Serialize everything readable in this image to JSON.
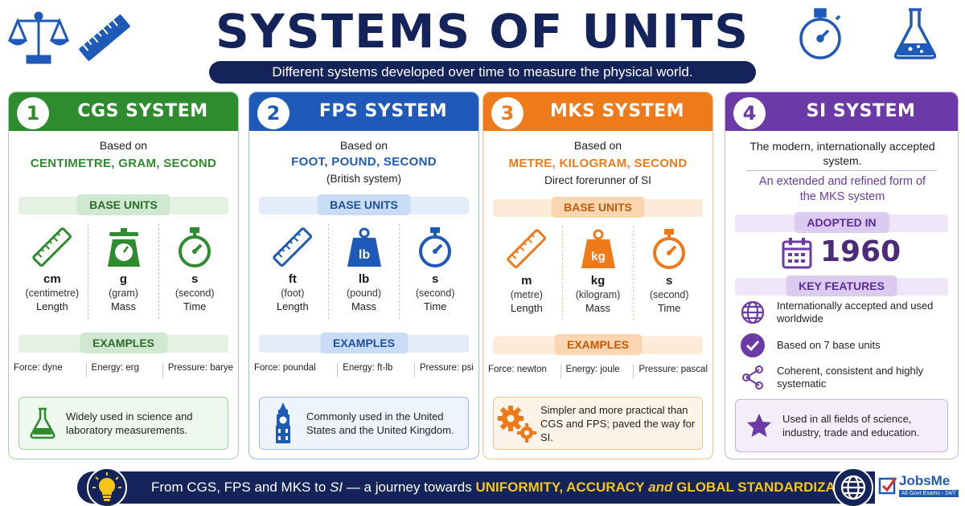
{
  "header": {
    "title": "SYSTEMS OF UNITS",
    "subtitle": "Different systems developed over time to measure the physical world."
  },
  "cards": [
    {
      "number": "1",
      "title": "CGS SYSTEM",
      "color": "#2e8b2e",
      "based_on": "Based on",
      "units_line": "CENTIMETRE, GRAM, SECOND",
      "note": "",
      "base_units_label": "BASE UNITS",
      "units": [
        {
          "symbol": "cm",
          "name": "(centimetre)",
          "quantity": "Length"
        },
        {
          "symbol": "g",
          "name": "(gram)",
          "quantity": "Mass"
        },
        {
          "symbol": "s",
          "name": "(second)",
          "quantity": "Time"
        }
      ],
      "examples_label": "EXAMPLES",
      "examples": [
        "Force: dyne",
        "Energy: erg",
        "Pressure: barye"
      ],
      "footer": "Widely used in science and laboratory measurements."
    },
    {
      "number": "2",
      "title": "FPS SYSTEM",
      "color": "#1f5ab8",
      "based_on": "Based on",
      "units_line": "FOOT, POUND, SECOND",
      "note": "(British system)",
      "base_units_label": "BASE UNITS",
      "units": [
        {
          "symbol": "ft",
          "name": "(foot)",
          "quantity": "Length"
        },
        {
          "symbol": "lb",
          "name": "(pound)",
          "quantity": "Mass"
        },
        {
          "symbol": "s",
          "name": "(second)",
          "quantity": "Time"
        }
      ],
      "examples_label": "EXAMPLES",
      "examples": [
        "Force: poundal",
        "Energy: ft-lb",
        "Pressure: psi"
      ],
      "footer": "Commonly used in the United States and the United Kingdom."
    },
    {
      "number": "3",
      "title": "MKS SYSTEM",
      "color": "#ef7a1a",
      "based_on": "Based on",
      "units_line": "METRE, KILOGRAM, SECOND",
      "note": "Direct forerunner of SI",
      "base_units_label": "BASE UNITS",
      "units": [
        {
          "symbol": "m",
          "name": "(metre)",
          "quantity": "Length"
        },
        {
          "symbol": "kg",
          "name": "(kilogram)",
          "quantity": "Mass"
        },
        {
          "symbol": "s",
          "name": "(second)",
          "quantity": "Time"
        }
      ],
      "examples_label": "EXAMPLES",
      "examples": [
        "Force: newton",
        "Energy: joule",
        "Pressure: pascal"
      ],
      "footer": "Simpler and more practical than CGS and FPS; paved the way for SI."
    }
  ],
  "si": {
    "number": "4",
    "title": "SI SYSTEM",
    "color": "#6c3aa6",
    "intro": "The modern, internationally accepted system.",
    "extended": "An extended and refined form of the MKS system",
    "adopted_label": "ADOPTED IN",
    "year": "1960",
    "features_label": "KEY FEATURES",
    "features": [
      "Internationally accepted and used worldwide",
      "Based on 7 base units",
      "Coherent, consistent and highly systematic"
    ],
    "footer": "Used in all fields of science, industry, trade and education."
  },
  "banner": {
    "part1": "From CGS, FPS and MKS to ",
    "si": "SI",
    "part2": " — a journey towards ",
    "uniformity": "UNIFORMITY, ACCURACY",
    "and": " and ",
    "global": "GLOBAL STANDARDIZATION."
  },
  "logo": {
    "name": "JobsMe",
    "tagline": "All Govt Exams - 24/7"
  }
}
